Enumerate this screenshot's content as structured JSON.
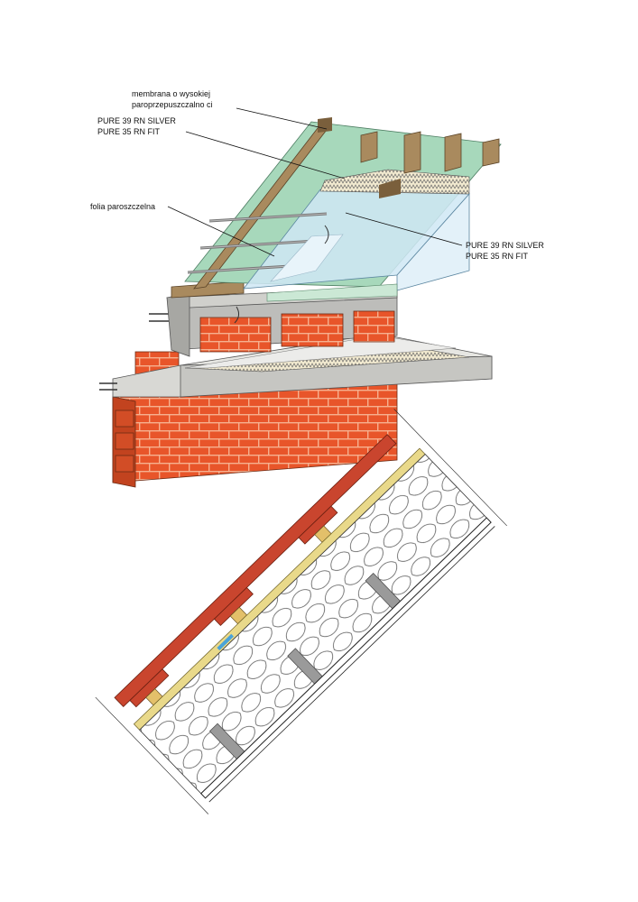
{
  "labels": {
    "membrane_line1": "membrana o wysokiej",
    "membrane_line2": "paroprzepuszczalno  ci",
    "pure_top_line1": "PURE  39 RN SILVER",
    "pure_top_line2": "PURE  35 RN FIT",
    "vapour_foil": "folia paroszczelna",
    "pure_right_line1": "PURE  39 RN SILVER",
    "pure_right_line2": "PURE  35 RN FIT"
  },
  "colors": {
    "brick": "#e8552a",
    "brick_mortar": "#f3a07c",
    "concrete": "#d9d9d6",
    "concrete_dark": "#a9a9a6",
    "timber": "#a98a5e",
    "timber_dark": "#7a5f3c",
    "membrane": "#9fd2b4",
    "glass_blue": "#cfe7f5",
    "insulation_yellow": "#f5e27a",
    "tile_red": "#c9452e",
    "board_yellow": "#e9d98a"
  }
}
